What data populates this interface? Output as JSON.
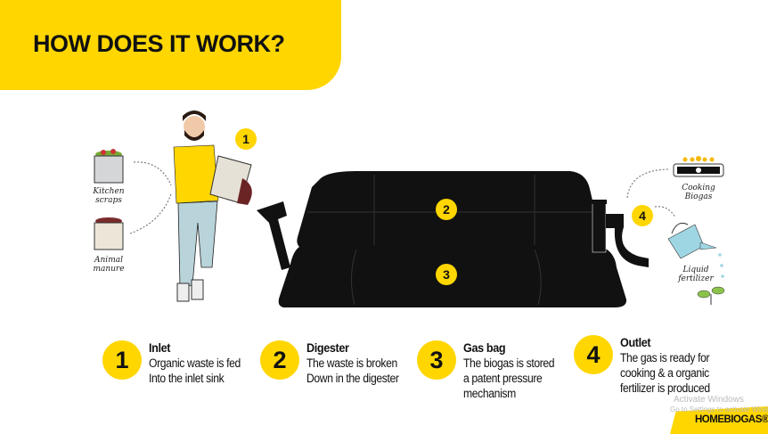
{
  "header": {
    "title": "HOW DOES IT WORK?"
  },
  "illustration": {
    "labels": {
      "kitchen": "Kitchen scraps",
      "manure": "Animal manure",
      "cooking": "Cooking Biogas",
      "fertilizer": "Liquid fertilizer"
    },
    "markers": [
      "1",
      "2",
      "3",
      "4"
    ]
  },
  "steps": [
    {
      "num": "1",
      "title": "Inlet",
      "lines": [
        "Organic waste is fed",
        "Into the inlet sink"
      ]
    },
    {
      "num": "2",
      "title": "Digester",
      "lines": [
        "The waste is broken",
        "Down in the digester"
      ]
    },
    {
      "num": "3",
      "title": "Gas bag",
      "lines": [
        "The biogas is stored",
        "a patent pressure",
        "mechanism"
      ]
    },
    {
      "num": "4",
      "title": "Outlet",
      "lines": [
        "The gas is ready for",
        "cooking & a organic",
        "fertilizer is produced"
      ]
    }
  ],
  "watermark": {
    "line1": "Activate Windows",
    "line2": "Go to Settings to activate Windows"
  },
  "brand": {
    "logo": "HOMEBIOGAS®"
  },
  "colors": {
    "accent": "#FFD600",
    "dark": "#111111"
  }
}
